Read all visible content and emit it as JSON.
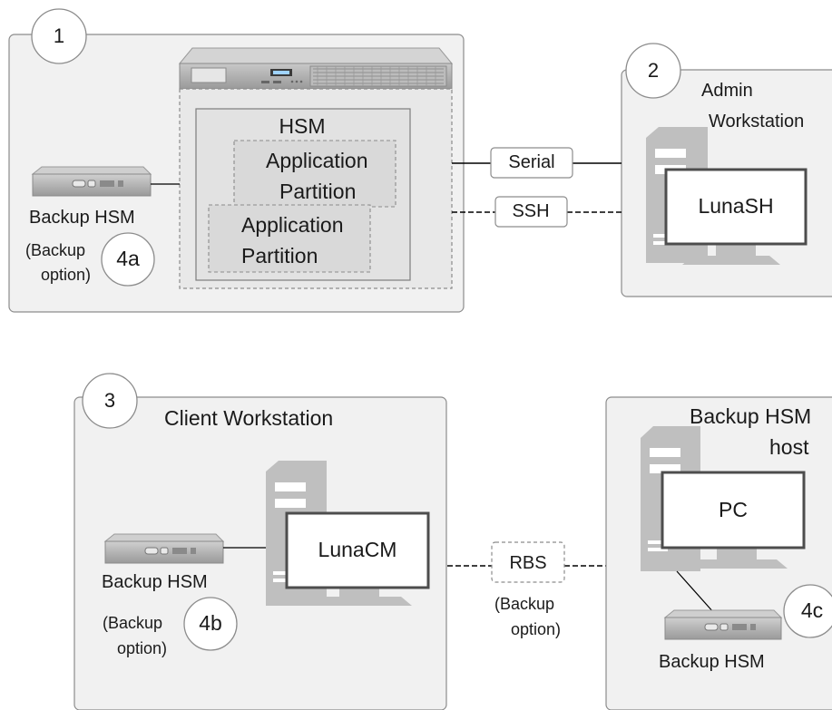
{
  "section1": {
    "number": "1",
    "hsm_label": "HSM",
    "partition_top": [
      "Application",
      "Partition"
    ],
    "partition_bottom": [
      "Application",
      "Partition"
    ],
    "backup_label": "Backup HSM",
    "backup_option": [
      "(Backup",
      "option)"
    ],
    "badge": "4a"
  },
  "section2": {
    "number": "2",
    "title": [
      "Admin",
      "Workstation"
    ],
    "monitor_label": "LunaSH"
  },
  "connections": {
    "serial": "Serial",
    "ssh": "SSH",
    "rbs": "RBS",
    "rbs_option": [
      "(Backup",
      "option)"
    ]
  },
  "section3": {
    "number": "3",
    "title": "Client Workstation",
    "monitor_label": "LunaCM",
    "backup_label": "Backup HSM",
    "backup_option": [
      "(Backup",
      "option)"
    ],
    "badge": "4b"
  },
  "section4": {
    "title": [
      "Backup HSM",
      "host"
    ],
    "monitor_label": "PC",
    "backup_label": "Backup HSM",
    "badge": "4c"
  },
  "colors": {
    "box_fill": "#f1f1f1",
    "box_stroke": "#8c8c8c",
    "tower": "#bfbfbf",
    "partition_fill": "#dcdcdc",
    "line": "#000000"
  }
}
